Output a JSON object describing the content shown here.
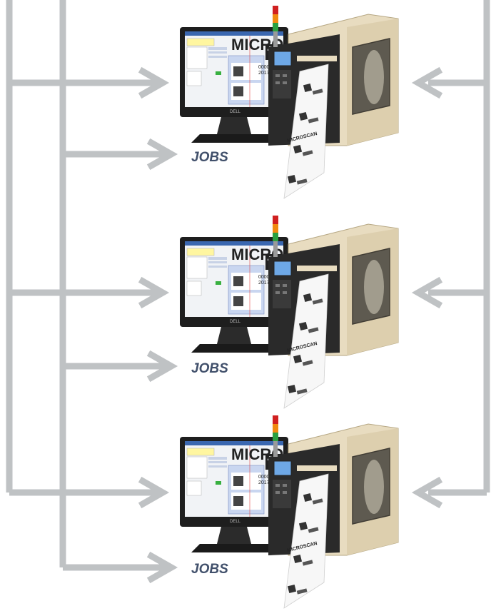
{
  "colors": {
    "connector": "#bfc2c4",
    "jobs_text": "#41506b",
    "printer_body": "#e8dcc0",
    "printer_dark": "#2a2a2a",
    "monitor_frame": "#1e1e1e",
    "label_paper": "#f7f7f7",
    "stack_light": [
      "#d02020",
      "#f08a10",
      "#2aa040"
    ]
  },
  "stations": [
    {
      "jobs_label": "JOBS",
      "monitor": {
        "brand_text": "MICROS",
        "serial_text": "000001000",
        "date_text": "2017-02-16",
        "bezel_logo": "DELL"
      },
      "printer": {
        "label_brand": "MICROSCAN"
      }
    },
    {
      "jobs_label": "JOBS",
      "monitor": {
        "brand_text": "MICROS",
        "serial_text": "000001000",
        "date_text": "2017-02-16",
        "bezel_logo": "DELL"
      },
      "printer": {
        "label_brand": "MICROSCAN"
      }
    },
    {
      "jobs_label": "JOBS",
      "monitor": {
        "brand_text": "MICROS",
        "serial_text": "000001000",
        "date_text": "2017-02-16",
        "bezel_logo": "DELL"
      },
      "printer": {
        "label_brand": "MICROSCAN"
      }
    }
  ]
}
